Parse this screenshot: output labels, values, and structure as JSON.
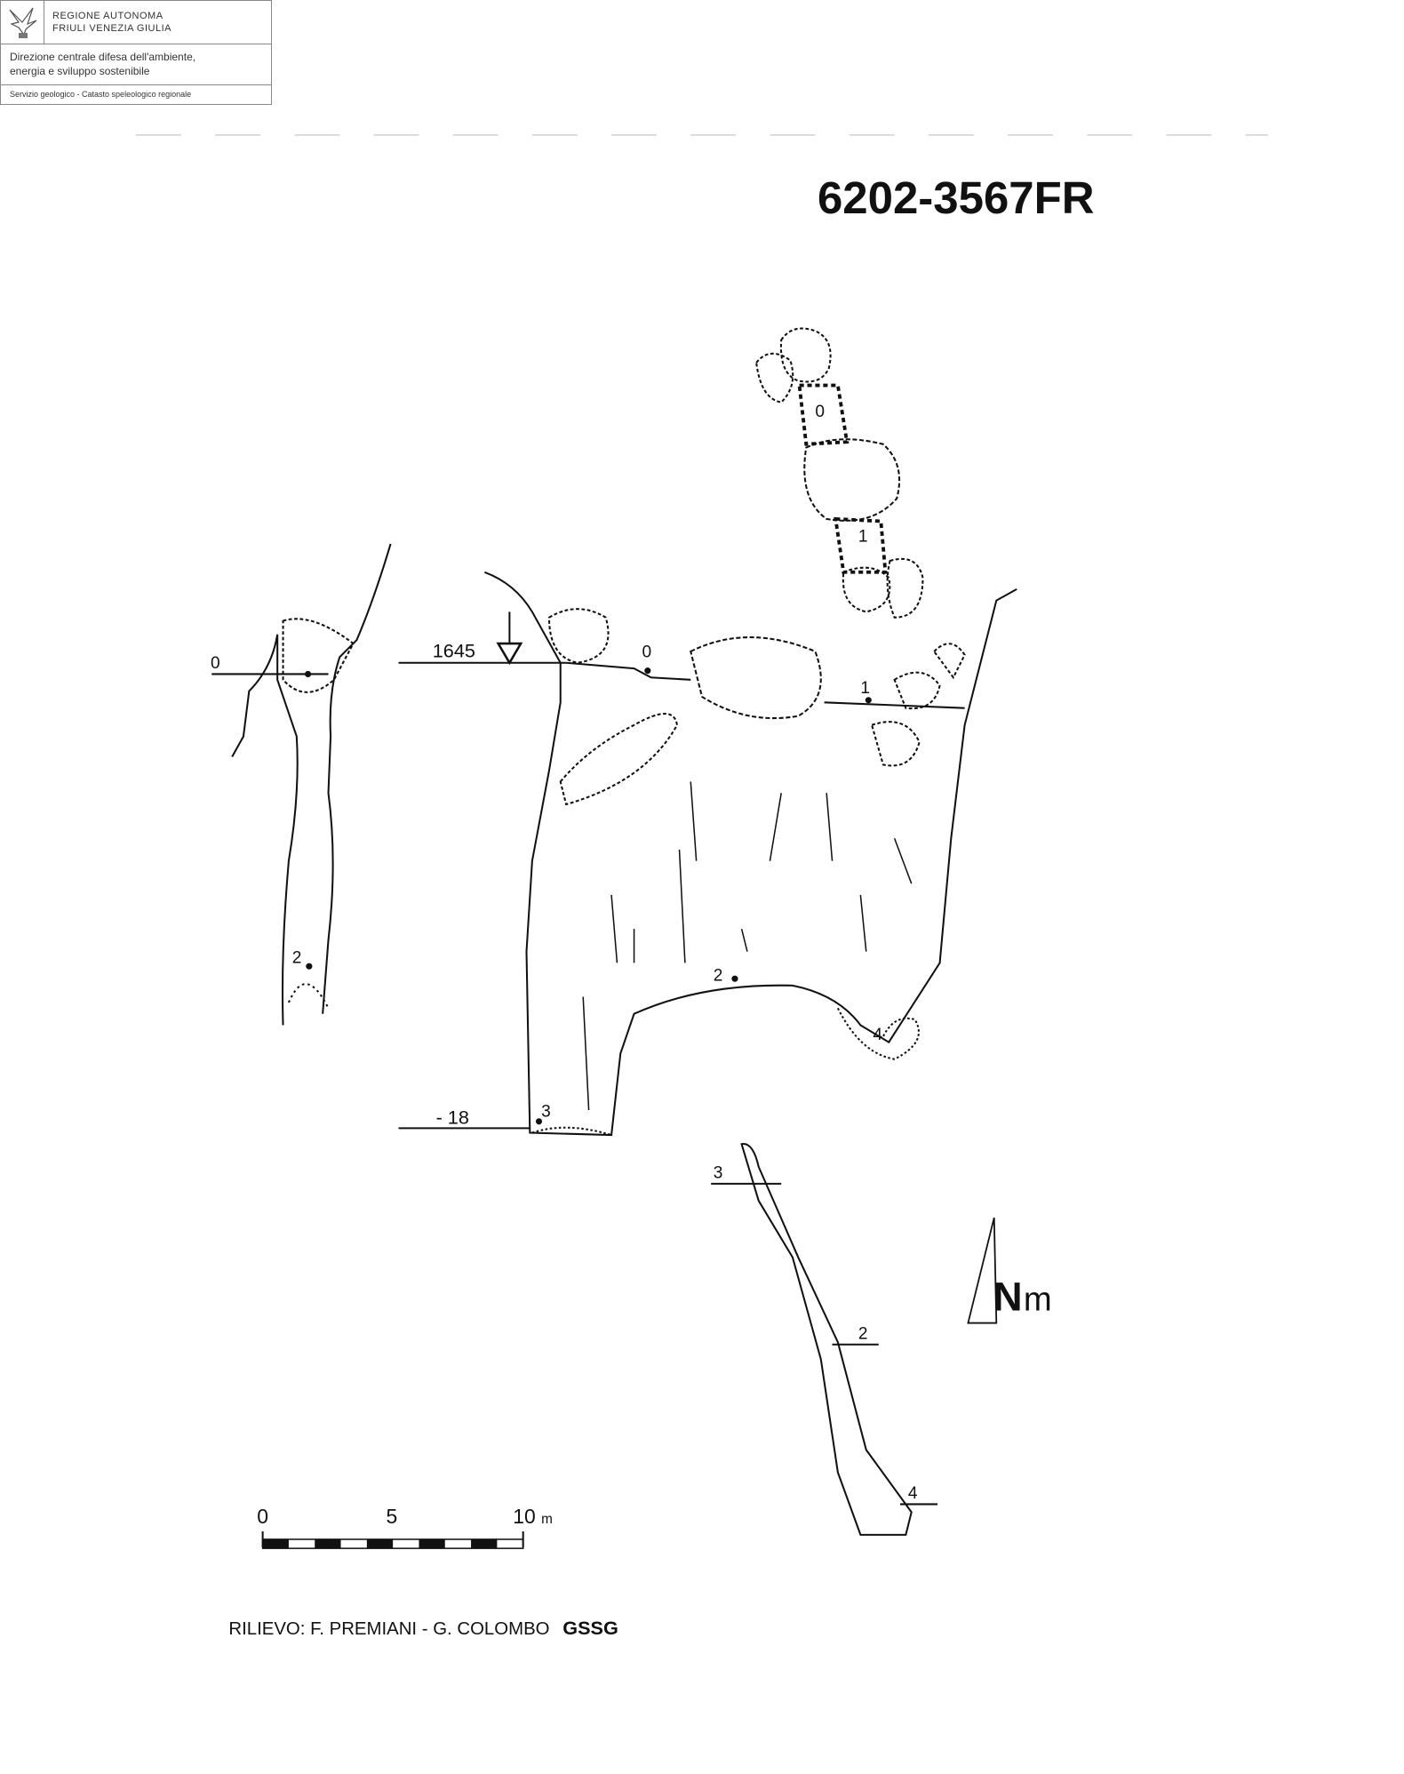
{
  "header": {
    "region_line1": "REGIONE AUTONOMA",
    "region_line2": "FRIULI VENEZIA GIULIA",
    "directorate_line1": "Direzione centrale difesa dell'ambiente,",
    "directorate_line2": "energia e sviluppo sostenibile",
    "service": "Servizio geologico - Catasto speleologico regionale"
  },
  "cave_id": "6202-3567FR",
  "survey_labels": {
    "plan_station_0": "0",
    "plan_station_1": "1",
    "left_station_0": "0",
    "left_station_2": "2",
    "entrance_altitude": "1645",
    "section_station_0": "0",
    "section_station_1": "1",
    "section_station_2": "2",
    "section_station_3": "3",
    "section_station_4": "4",
    "depth": "- 18",
    "cross_station_3": "3",
    "cross_station_2": "2",
    "cross_station_4": "4"
  },
  "north_arrow": {
    "label_n": "N",
    "label_m": "m"
  },
  "scale_bar": {
    "tick_0": "0",
    "tick_5": "5",
    "tick_10": "10",
    "unit": "m"
  },
  "credits": {
    "text": "RILIEVO: F. PREMIANI - G. COLOMBO",
    "group": "GSSG"
  }
}
